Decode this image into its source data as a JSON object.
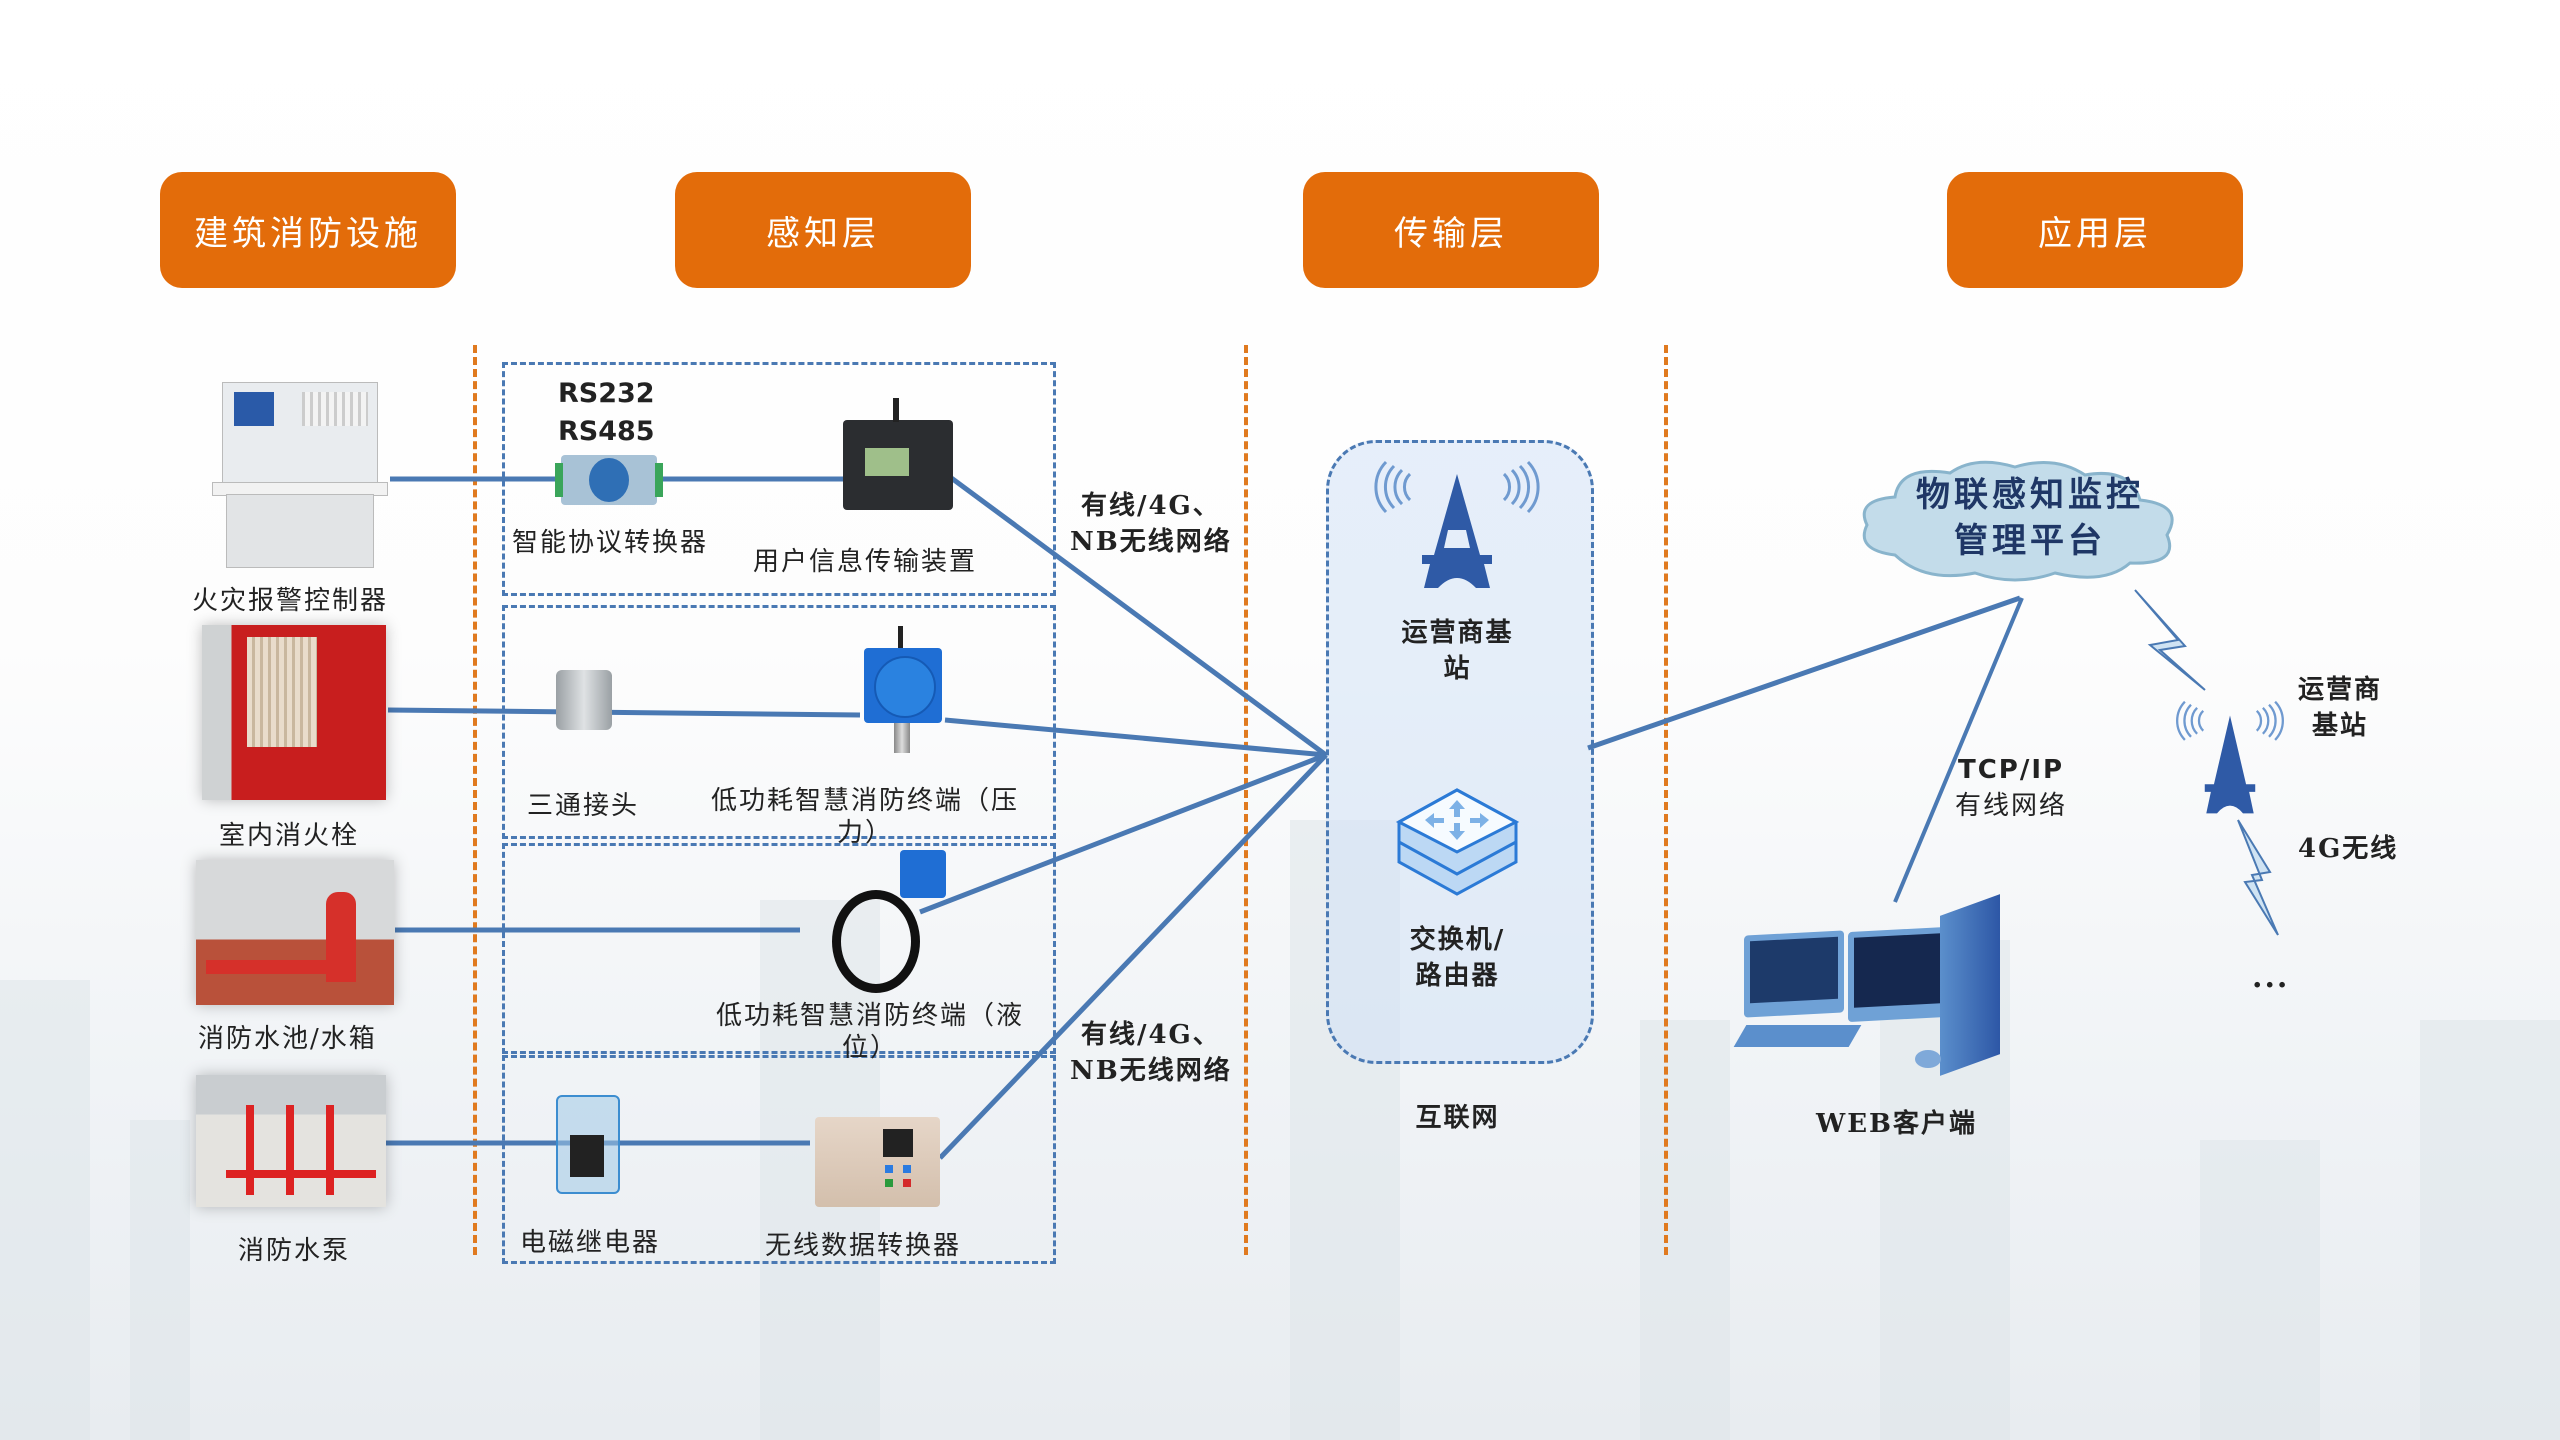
{
  "headers": {
    "building": "建筑消防设施",
    "perception": "感知层",
    "transport": "传输层",
    "application": "应用层"
  },
  "facilities": [
    {
      "label": "火灾报警控制器"
    },
    {
      "label": "室内消火栓"
    },
    {
      "label": "消防水池/水箱"
    },
    {
      "label": "消防水泵"
    }
  ],
  "perception": {
    "protocol_line1": "RS232",
    "protocol_line2": "RS485",
    "protocol_converter": "智能协议转换器",
    "user_info_device": "用户信息传输装置",
    "tee_joint": "三通接头",
    "pressure_terminal": "低功耗智慧消防终端（压力）",
    "level_terminal": "低功耗智慧消防终端（液位）",
    "relay": "电磁继电器",
    "wireless_converter": "无线数据转换器"
  },
  "links": {
    "upper_network": [
      "有线/4G、",
      "NB无线网络"
    ],
    "lower_network": [
      "有线/4G、",
      "NB无线网络"
    ],
    "tcpip": [
      "TCP/IP",
      "有线网络"
    ],
    "wireless_4g": "4G无线",
    "more": "..."
  },
  "transport": {
    "base_station": [
      "运营商基",
      "站"
    ],
    "switch_router": [
      "交换机/",
      "路由器"
    ],
    "internet": "互联网"
  },
  "application": {
    "platform": [
      "物联感知监控",
      "管理平台"
    ],
    "base_station": [
      "运营商",
      "基站"
    ],
    "web_client": "WEB客户端"
  },
  "colors": {
    "header_orange": "#e36c0a",
    "line_blue": "#4a79b3",
    "separator_orange": "#e07a1f"
  }
}
